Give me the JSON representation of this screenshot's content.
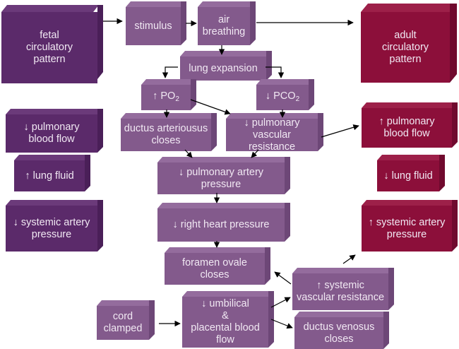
{
  "diagram": {
    "colors": {
      "fetal": "#5b2a6a",
      "process": "#835a8c",
      "adult": "#8c0f3a",
      "arrow": "#000000",
      "text": "#f1e8f3"
    },
    "nodes": {
      "fetal_pattern": {
        "lines": [
          "fetal",
          "circulatory",
          "pattern"
        ]
      },
      "stimulus": {
        "lines": [
          "stimulus"
        ]
      },
      "air_breathing": {
        "lines": [
          "air",
          "breathing"
        ]
      },
      "adult_pattern": {
        "lines": [
          "adult",
          "circulatory",
          "pattern"
        ]
      },
      "lung_expansion": {
        "lines": [
          "lung expansion"
        ]
      },
      "po2_up": {
        "arrow": "↑",
        "text": "PO",
        "sub": "2"
      },
      "pco2_down": {
        "arrow": "↓",
        "text": "PCO",
        "sub": "2"
      },
      "fetal_pulm_flow": {
        "lines": [
          "↓ pulmonary",
          "blood flow"
        ]
      },
      "fetal_lung_fluid": {
        "lines": [
          "↑ lung fluid"
        ]
      },
      "fetal_sys_pressure": {
        "lines": [
          "↓ systemic artery",
          "pressure"
        ]
      },
      "ductus_arteriosus": {
        "lines": [
          "ductus arteriousus",
          "closes"
        ]
      },
      "pulm_vasc_resistance": {
        "lines": [
          "↓ pulmonary",
          "vascular resistance"
        ]
      },
      "adult_pulm_flow": {
        "lines": [
          "↑ pulmonary",
          "blood flow"
        ]
      },
      "adult_lung_fluid": {
        "lines": [
          "↓ lung fluid"
        ]
      },
      "adult_sys_pressure": {
        "lines": [
          "↑ systemic artery",
          "pressure"
        ]
      },
      "pulm_artery_pressure": {
        "lines": [
          "↓ pulmonary artery",
          "pressure"
        ]
      },
      "right_heart_pressure": {
        "lines": [
          "↓ right heart pressure"
        ]
      },
      "foramen_ovale": {
        "lines": [
          "foramen ovale closes"
        ]
      },
      "sys_vasc_resistance": {
        "lines": [
          "↑ systemic",
          "vascular resistance"
        ]
      },
      "cord_clamped": {
        "lines": [
          "cord",
          "clamped"
        ]
      },
      "umbilical_flow": {
        "lines": [
          "↓ umbilical",
          "&",
          "placental blood",
          "flow"
        ]
      },
      "ductus_venosus": {
        "lines": [
          "ductus venosus",
          "closes"
        ]
      }
    },
    "edges": [
      [
        "fetal_pattern",
        "stimulus"
      ],
      [
        "stimulus",
        "air_breathing"
      ],
      [
        "air_breathing",
        "adult_pattern"
      ],
      [
        "air_breathing",
        "lung_expansion"
      ],
      [
        "lung_expansion",
        "po2_up"
      ],
      [
        "lung_expansion",
        "pco2_down"
      ],
      [
        "po2_up",
        "ductus_arteriosus"
      ],
      [
        "po2_up",
        "pulm_vasc_resistance"
      ],
      [
        "pco2_down",
        "pulm_vasc_resistance"
      ],
      [
        "pulm_vasc_resistance",
        "adult_pulm_flow"
      ],
      [
        "ductus_arteriosus",
        "pulm_artery_pressure"
      ],
      [
        "pulm_vasc_resistance",
        "pulm_artery_pressure"
      ],
      [
        "pulm_artery_pressure",
        "right_heart_pressure"
      ],
      [
        "right_heart_pressure",
        "foramen_ovale"
      ],
      [
        "sys_vasc_resistance",
        "foramen_ovale"
      ],
      [
        "sys_vasc_resistance",
        "adult_sys_pressure"
      ],
      [
        "cord_clamped",
        "umbilical_flow"
      ],
      [
        "umbilical_flow",
        "sys_vasc_resistance"
      ],
      [
        "umbilical_flow",
        "ductus_venosus"
      ]
    ]
  }
}
